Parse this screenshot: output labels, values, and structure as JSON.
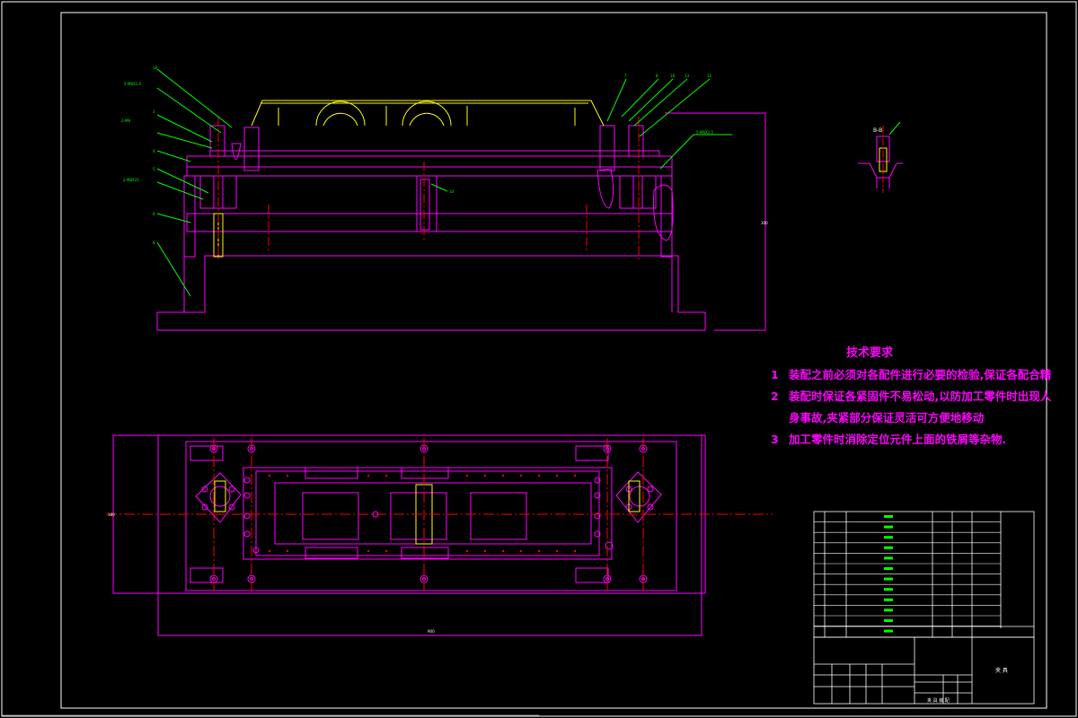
{
  "tech_notes": {
    "title": "技术要求",
    "items": [
      {
        "num": "1",
        "text": "装配之前必须对各配件进行必要的检验,保证各配合精"
      },
      {
        "num": "2",
        "text": "装配时保证各紧固件不易松动,以防加工零件时出现人",
        "cont": "身事故,夹紧部分保证灵活可方便地移动"
      },
      {
        "num": "3",
        "text": "加工零件时消除定位元件上面的铁屑等杂物."
      }
    ]
  },
  "section_label": "B-B",
  "title_block": {
    "drawing_name": "夹 具",
    "company": "夹 具 装 配"
  },
  "colors": {
    "background": "#000000",
    "border": "#ffffff",
    "outline": "#ff00ff",
    "leader": "#00ff00",
    "center": "#ff0000",
    "part": "#ffff00",
    "dim_text": "#ffffff"
  }
}
